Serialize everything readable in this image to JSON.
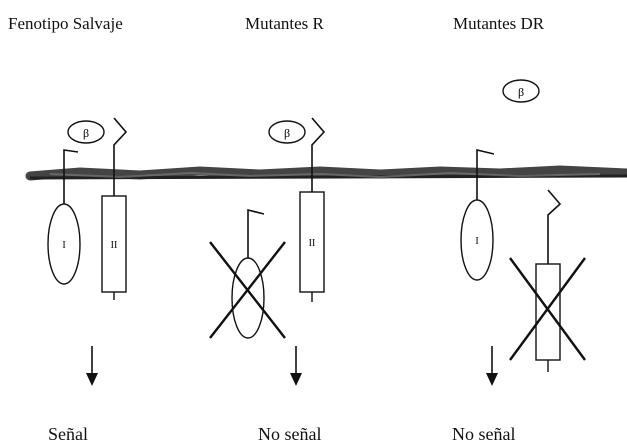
{
  "panels": [
    {
      "title": "Fenotipo Salvaje",
      "outcome": "Señal",
      "ligand_symbol": "β",
      "receptor_1_label": "I",
      "receptor_2_label": "II"
    },
    {
      "title": "Mutantes R",
      "outcome": "No señal",
      "ligand_symbol": "β",
      "receptor_2_label": "II"
    },
    {
      "title": "Mutantes DR",
      "outcome": "No señal",
      "ligand_symbol": "β",
      "receptor_1_label": "I"
    }
  ]
}
